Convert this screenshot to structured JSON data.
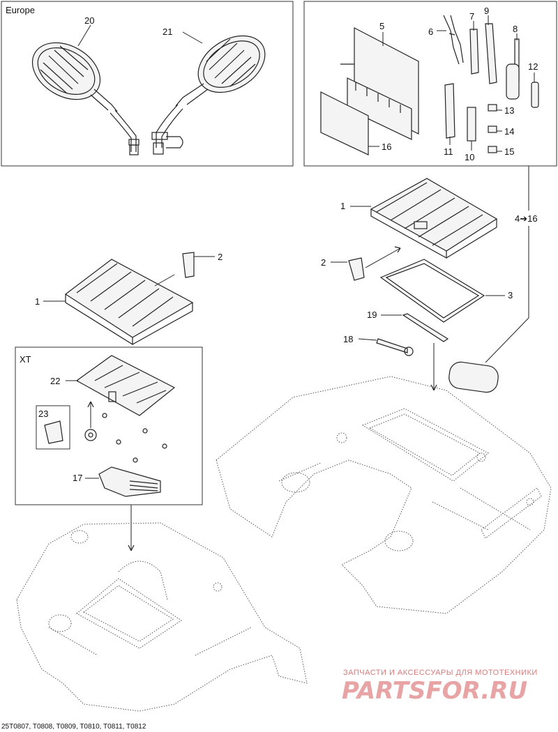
{
  "frames": {
    "europe_label": "Europe",
    "xt_label": "XT"
  },
  "callouts": {
    "c20": "20",
    "c21": "21",
    "c5": "5",
    "c6": "6",
    "c7": "7",
    "c8": "8",
    "c9": "9",
    "c12": "12",
    "c13": "13",
    "c14": "14",
    "c15": "15",
    "c16": "16",
    "c11": "11",
    "c10": "10",
    "c1_right": "1",
    "c1_left": "1",
    "c2_right": "2",
    "c2_left": "2",
    "c3": "3",
    "c19": "19",
    "c18": "18",
    "c4_16": "4➔16",
    "c22": "22",
    "c23": "23",
    "c17": "17"
  },
  "footer": {
    "reference": "25T0807, T0808, T0809, T0810, T0811, T0812"
  },
  "watermark": {
    "tagline": "ЗАПЧАСТИ И АКСЕССУАРЫ ДЛЯ МОТОТЕХНИКИ",
    "brand": "PARTSFOR.RU"
  }
}
